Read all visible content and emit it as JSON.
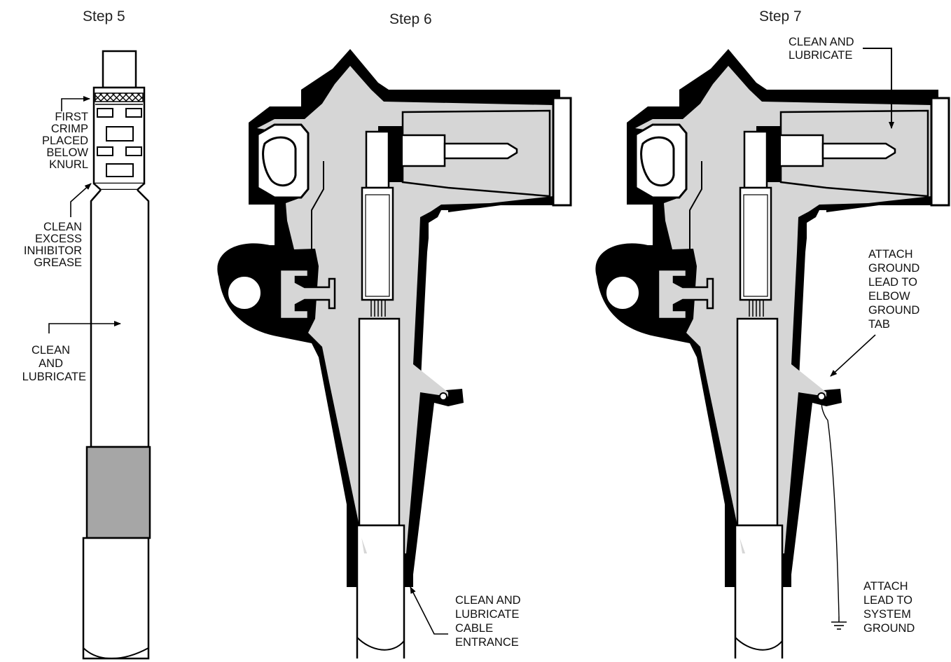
{
  "steps": [
    {
      "title": "Step 5",
      "labels": {
        "first_crimp": [
          "FIRST",
          "CRIMP",
          "PLACED",
          "BELOW",
          "KNURL"
        ],
        "clean_grease": [
          "CLEAN",
          "EXCESS",
          "INHIBITOR",
          "GREASE"
        ],
        "clean_lubricate": [
          "CLEAN",
          "AND",
          "LUBRICATE"
        ]
      }
    },
    {
      "title": "Step 6",
      "labels": {
        "cable_entrance": [
          "CLEAN AND",
          "LUBRICATE",
          "CABLE",
          "ENTRANCE"
        ]
      }
    },
    {
      "title": "Step 7",
      "labels": {
        "clean_lubricate": [
          "CLEAN AND",
          "LUBRICATE"
        ],
        "attach_ground": [
          "ATTACH",
          "GROUND",
          "LEAD TO",
          "ELBOW",
          "GROUND",
          "TAB"
        ],
        "system_ground": [
          "ATTACH",
          "LEAD TO",
          "SYSTEM",
          "GROUND"
        ]
      }
    }
  ],
  "colors": {
    "ink": "#000000",
    "rubber_fill": "#d6d6d6",
    "tape_fill": "#a6a6a6",
    "paper": "#ffffff"
  }
}
